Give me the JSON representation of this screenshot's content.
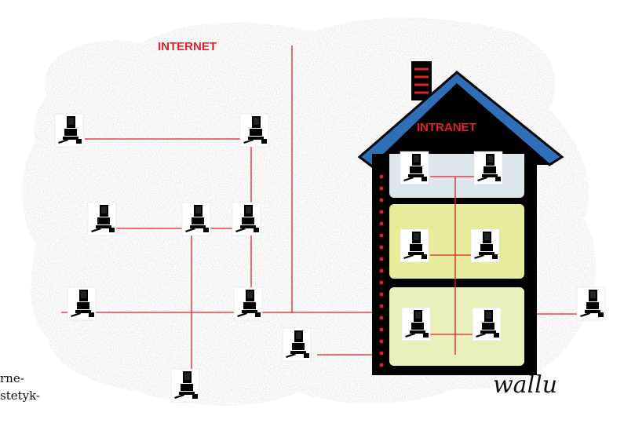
{
  "labels": {
    "internet": "INTERNET",
    "intranet": "INTRANET",
    "signature": "wallu"
  },
  "text_fragments": [
    "rne-",
    "stetyk-"
  ],
  "colors": {
    "link": "#e0202a",
    "roof": "#2f6fb8",
    "wall_top": "#d8e4ea",
    "wall_mid": "#e6ec9a",
    "wall_bottom": "#e9f0b8",
    "chalk": "#bfbfbf"
  },
  "icons": {
    "computer": "computer-icon"
  }
}
